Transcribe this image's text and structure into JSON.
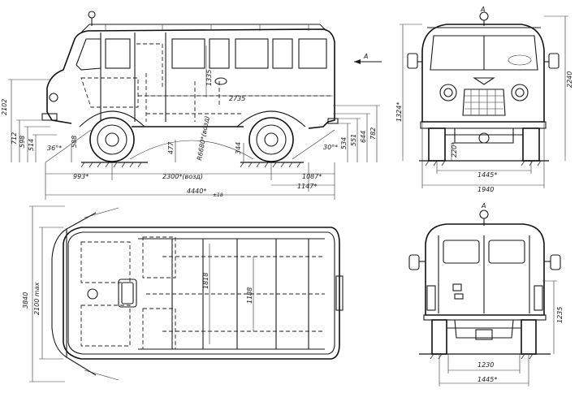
{
  "side_view": {
    "dims": {
      "overall_height": "2102",
      "d712": "712",
      "d598": "598",
      "d514": "514",
      "approach_angle": "36°*",
      "d588": "588",
      "d477": "477",
      "turn_radius": "R6680*(возд)",
      "d2735": "2735",
      "d1335": "1335",
      "d344": "344",
      "departure_angle": "30°*",
      "d534": "534",
      "d551": "551",
      "d644": "644",
      "d782": "782",
      "front_overhang": "993*",
      "wheelbase": "2300*(возд)",
      "rear_overhang": "1087*",
      "rear_extension": "1147*",
      "overall_length": "4440*",
      "overall_length_note": "±18",
      "view_letter": "A"
    }
  },
  "front_view": {
    "dims": {
      "height_to_roof": "1324*",
      "overall_height": "2240",
      "ground_clearance": "220*",
      "track": "1445*",
      "overall_width": "1940",
      "view_letter": "A"
    }
  },
  "top_view": {
    "dims": {
      "overall_width_outer": "3840",
      "width_to_mirror": "2100 max",
      "interior_width": "1818",
      "interior_length": "1188"
    }
  },
  "rear_view": {
    "dims": {
      "height_to_step": "1235",
      "rear_track": "1230",
      "track": "1445*",
      "view_letter": "A"
    }
  },
  "icons": [
    "vehicle-side-drawing",
    "vehicle-front-drawing",
    "vehicle-top-drawing",
    "vehicle-rear-drawing",
    "view-arrow-icon"
  ]
}
